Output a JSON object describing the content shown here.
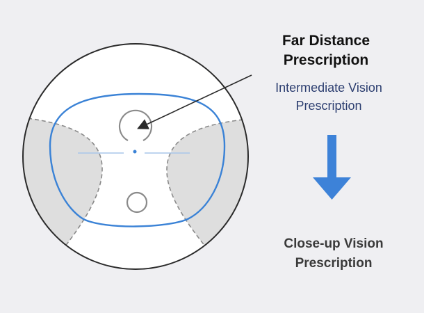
{
  "labels": {
    "far": [
      "Far Distance",
      "Prescription"
    ],
    "intermediate": [
      "Intermediate Vision",
      "Prescription"
    ],
    "close": [
      "Close-up Vision",
      "Prescription"
    ]
  },
  "colors": {
    "background": "#efeff2",
    "lens_outline": "#2a2a2a",
    "frame": "#3a82d6",
    "blur_zone": "#dedede",
    "arrow": "#3d82d8",
    "intermediate_text": "#2c3e70"
  }
}
